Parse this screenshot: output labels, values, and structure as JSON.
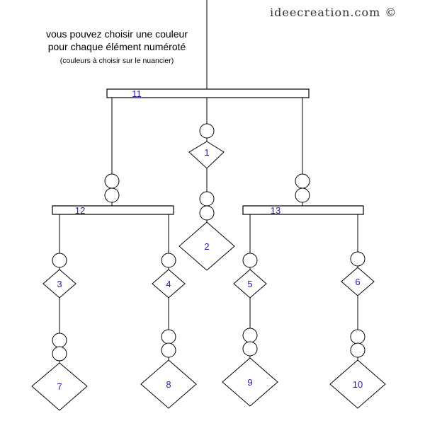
{
  "watermark": "ideecreation.com ©",
  "instructions": {
    "line1": "vous pouvez choisir une couleur",
    "line2": "pour chaque élément numéroté",
    "line3": "(couleurs à choisir sur le nuancier)"
  },
  "labels": {
    "e1": "1",
    "e2": "2",
    "e3": "3",
    "e4": "4",
    "e5": "5",
    "e6": "6",
    "e7": "7",
    "e8": "8",
    "e9": "9",
    "e10": "10",
    "e11": "11",
    "e12": "12",
    "e13": "13"
  },
  "colors": {
    "number_text": "#1a1acc",
    "lines": "#000000"
  }
}
